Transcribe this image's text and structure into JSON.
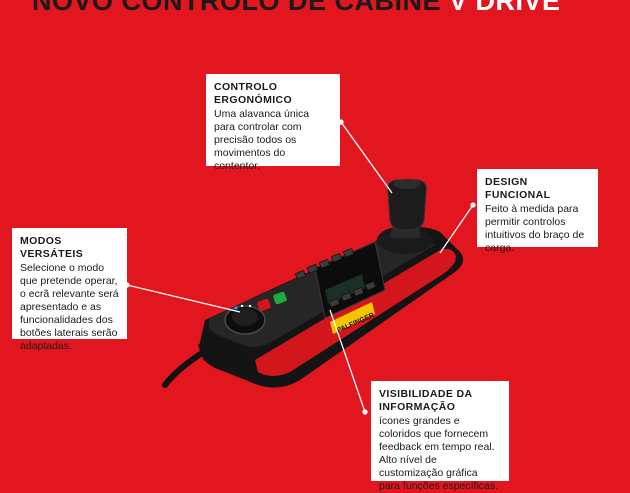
{
  "headline": {
    "part1": "NOVO CONTROLO DE CABINE",
    "part2": "V DRIVE"
  },
  "callouts": {
    "ergonomic": {
      "title": "CONTROLO ERGONÓMICO",
      "body": "Uma alavanca única para controlar com precisão todos os movimentos do contentor."
    },
    "design": {
      "title": "DESIGN FUNCIONAL",
      "body": "Feito à medida para permitir controlos intuitivos do braço de carga."
    },
    "modes": {
      "title": "MODOS VERSÁTEIS",
      "body": "Selecione o modo que pretende operar, o ecrã relevante será apresentado e as funcionalidades dos botões laterais serão adaptadas."
    },
    "visibility": {
      "title": "VISIBILIDADE DA INFORMAÇÃO",
      "body": "ícones grandes e coloridos que fornecem feedback em tempo real. Alto nível de customização gráfica para funções específicas."
    }
  },
  "device": {
    "brand_logo": "PALFINGER",
    "colors": {
      "background": "#e2161f",
      "body": "#1c1c1c",
      "accent": "#d3161c",
      "logo_yellow": "#f5c400"
    }
  }
}
